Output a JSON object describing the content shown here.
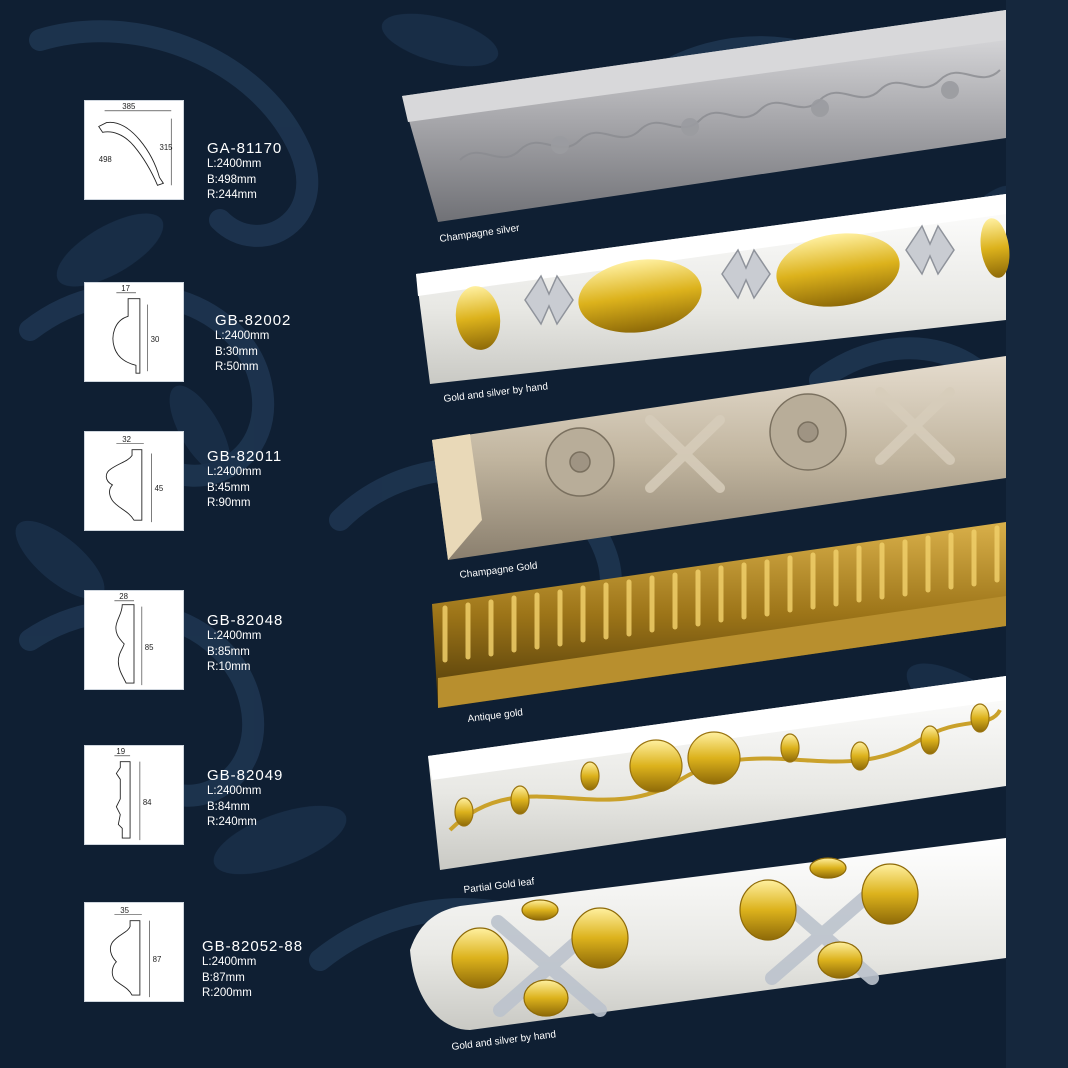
{
  "products": [
    {
      "model": "GA-81170",
      "length": "L:2400mm",
      "breadth": "B:498mm",
      "radius": "R:244mm",
      "profile_dims": [
        "385",
        "315",
        "498"
      ],
      "finish": "Champagne silver",
      "colors": [
        "#c9c9cc",
        "#8f9095"
      ]
    },
    {
      "model": "GB-82002",
      "length": "L:2400mm",
      "breadth": "B:30mm",
      "radius": "R:50mm",
      "profile_dims": [
        "17",
        "30"
      ],
      "finish": "Gold and silver by hand",
      "colors": [
        "#f2f2ec",
        "#d8b21a"
      ]
    },
    {
      "model": "GB-82011",
      "length": "L:2400mm",
      "breadth": "B:45mm",
      "radius": "R:90mm",
      "profile_dims": [
        "32",
        "45"
      ],
      "finish": "Champagne Gold",
      "colors": [
        "#c7bba6",
        "#8f8474"
      ]
    },
    {
      "model": "GB-82048",
      "length": "L:2400mm",
      "breadth": "B:85mm",
      "radius": "R:10mm",
      "profile_dims": [
        "28",
        "85"
      ],
      "finish": "Antique gold",
      "colors": [
        "#b08a2a",
        "#5a430f"
      ]
    },
    {
      "model": "GB-82049",
      "length": "L:2400mm",
      "breadth": "B:84mm",
      "radius": "R:240mm",
      "profile_dims": [
        "19",
        "84"
      ],
      "finish": "Partial Gold leaf",
      "colors": [
        "#f4f4f2",
        "#d9b52a"
      ]
    },
    {
      "model": "GB-82052-88",
      "length": "L:2400mm",
      "breadth": "B:87mm",
      "radius": "R:200mm",
      "profile_dims": [
        "35",
        "87"
      ],
      "finish": "Gold and silver by hand",
      "colors": [
        "#eef0f3",
        "#d6a91c"
      ]
    }
  ],
  "theme": {
    "background": "#0f1f33",
    "text": "#ffffff"
  }
}
